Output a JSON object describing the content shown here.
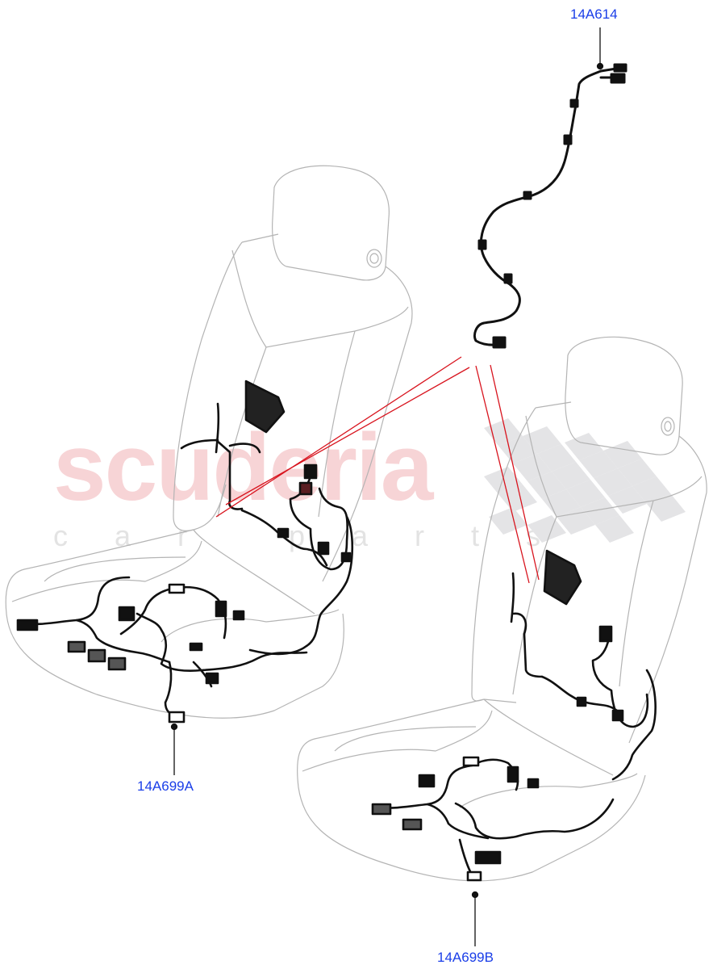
{
  "diagram": {
    "type": "exploded parts diagram",
    "subject": "Front seat wiring harnesses",
    "callouts": [
      {
        "id": "14A614",
        "label": "14A614",
        "part": "seat back harness (upper)"
      },
      {
        "id": "14A699A",
        "label": "14A699A",
        "part": "seat cushion harness, left seat"
      },
      {
        "id": "14A699B",
        "label": "14A699B",
        "part": "seat cushion harness, right seat"
      }
    ]
  },
  "watermark": {
    "main": "scuderia",
    "sub": "car parts"
  },
  "colors": {
    "callout_text": "#1a3ee8",
    "leader_red": "#d8141e",
    "outline_gray": "#b4b4b4",
    "harness_black": "#111111",
    "watermark_pink": "#f7d4d6",
    "watermark_gray": "#e3e3e3"
  }
}
